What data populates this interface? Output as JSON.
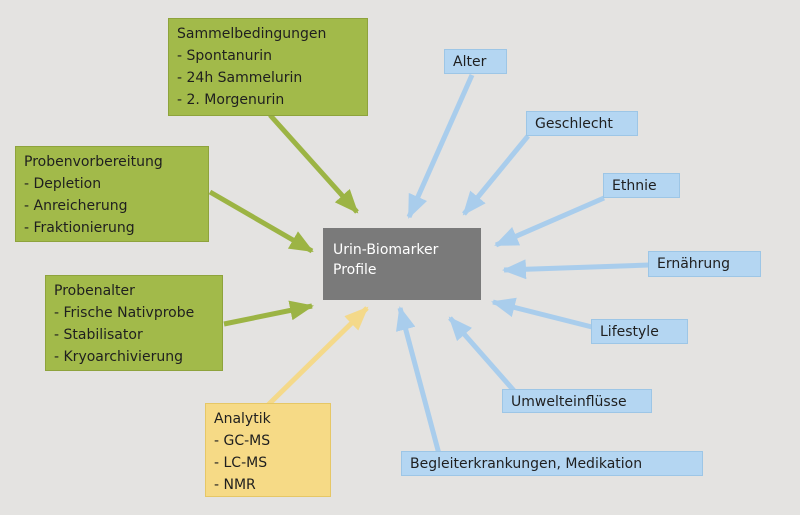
{
  "center": {
    "lines": [
      "Urin-Biomarker",
      "Profile"
    ]
  },
  "factor_groups": [
    {
      "id": "sammel",
      "title": "Sammelbedingungen",
      "items": [
        "- Spontanurin",
        "- 24h Sammelurin",
        "- 2. Morgenurin"
      ]
    },
    {
      "id": "proben",
      "title": "Probenvorbereitung",
      "items": [
        "- Depletion",
        "- Anreicherung",
        "- Fraktionierung"
      ]
    },
    {
      "id": "alter_probe",
      "title": "Probenalter",
      "items": [
        "- Frische Nativprobe",
        "- Stabilisator",
        "- Kryoarchivierung"
      ]
    },
    {
      "id": "analytik",
      "title": "Analytik",
      "items": [
        "- GC-MS",
        "- LC-MS",
        "- NMR"
      ]
    }
  ],
  "patient_factors": [
    "Alter",
    "Geschlecht",
    "Ethnie",
    "Ernährung",
    "Lifestyle",
    "Umwelteinflüsse",
    "Begleiterkrankungen, Medikation"
  ],
  "colors": {
    "green": "#a2ba4a",
    "yellow": "#f6da86",
    "blue": "#b4d6f2",
    "center": "#7a7a7a",
    "arrow_green": "#9cb444",
    "arrow_yellow": "#f4d98a",
    "arrow_blue": "#a9cdec",
    "background": "#e4e3e1"
  }
}
